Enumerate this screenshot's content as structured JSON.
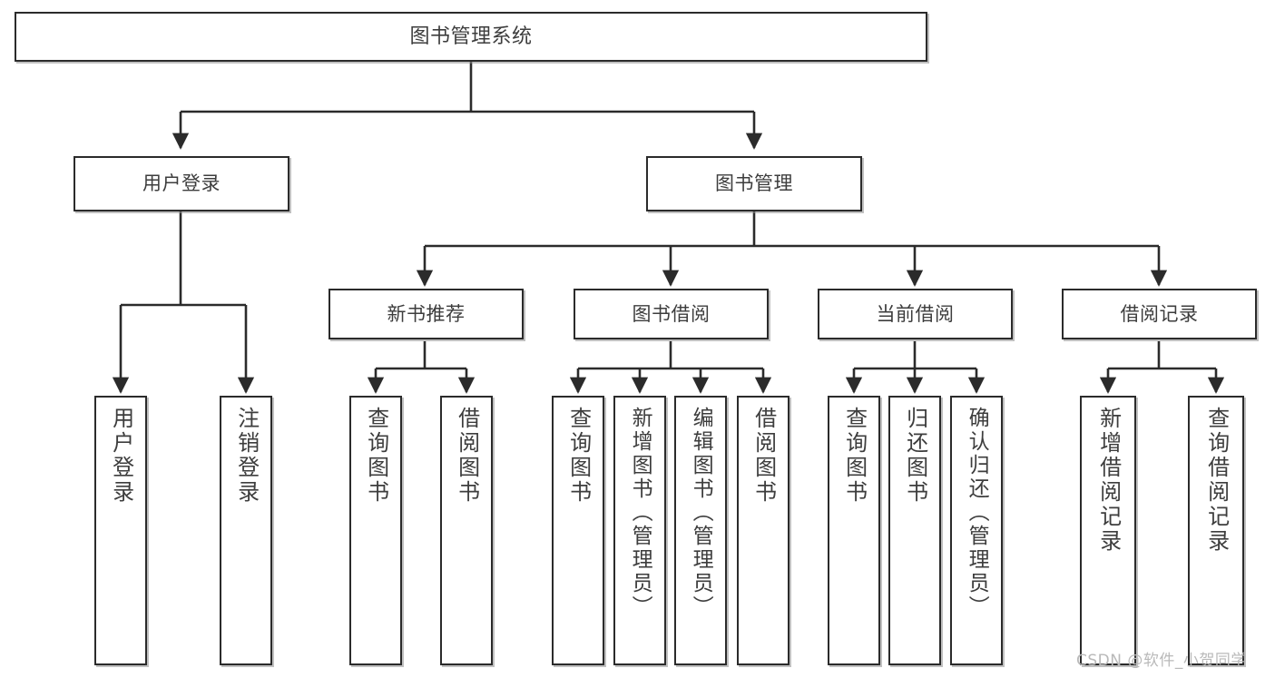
{
  "diagram": {
    "title": "图书管理系统",
    "type": "tree",
    "background": "#ffffff",
    "node_border_color": "#2b2b2b",
    "text_color": "#3d3d3d",
    "nodes": {
      "root": {
        "label": "图书管理系统"
      },
      "level2": [
        {
          "label": "用户登录"
        },
        {
          "label": "图书管理"
        }
      ],
      "level3": [
        {
          "label": "新书推荐"
        },
        {
          "label": "图书借阅"
        },
        {
          "label": "当前借阅"
        },
        {
          "label": "借阅记录"
        }
      ],
      "leaves_user_login": [
        {
          "label": "用户登录"
        },
        {
          "label": "注销登录"
        }
      ],
      "leaves_new_book": [
        {
          "label": "查询图书"
        },
        {
          "label": "借阅图书"
        }
      ],
      "leaves_borrow": [
        {
          "label": "查询图书"
        },
        {
          "label": "新增图书（管理员）"
        },
        {
          "label": "编辑图书（管理员）"
        },
        {
          "label": "借阅图书"
        }
      ],
      "leaves_current": [
        {
          "label": "查询图书"
        },
        {
          "label": "归还图书"
        },
        {
          "label": "确认归还（管理员）"
        }
      ],
      "leaves_record": [
        {
          "label": "新增借阅记录"
        },
        {
          "label": "查询借阅记录"
        }
      ]
    }
  },
  "watermark": {
    "text": "CSDN @软件_小贺同学"
  }
}
